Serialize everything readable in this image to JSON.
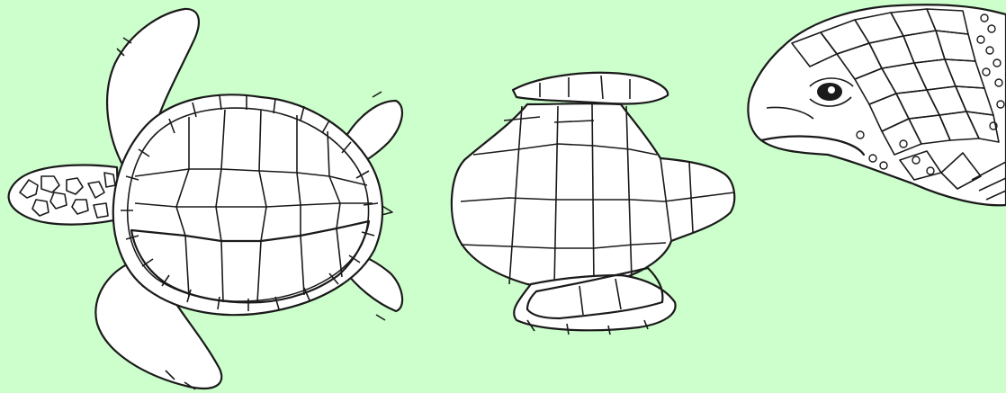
{
  "figure": {
    "background": "#ccffcc",
    "highlight_color": "#a6a6a6",
    "line_color": "#1a1a1a",
    "panels": [
      {
        "id": "dorsal",
        "view": "carapace-top"
      },
      {
        "id": "ventral",
        "view": "plastron-bottom"
      },
      {
        "id": "head",
        "view": "head-side"
      }
    ]
  }
}
